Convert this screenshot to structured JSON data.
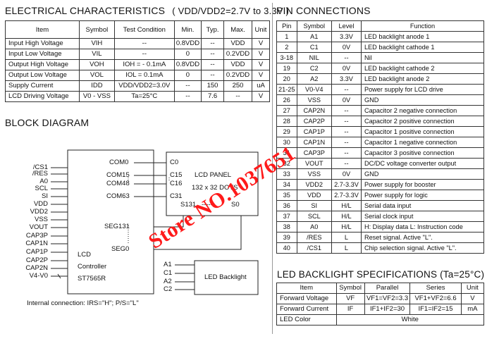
{
  "electrical": {
    "title": "ELECTRICAL CHARACTERISTICS",
    "condition": "( VDD/VDD2=2.7V to 3.3V )",
    "headers": [
      "Item",
      "Symbol",
      "Test Condition",
      "Min.",
      "Typ.",
      "Max.",
      "Unit"
    ],
    "rows": [
      [
        "Input High Voltage",
        "VIH",
        "--",
        "0.8VDD",
        "--",
        "VDD",
        "V"
      ],
      [
        "Input Low Voltage",
        "VIL",
        "--",
        "0",
        "--",
        "0.2VDD",
        "V"
      ],
      [
        "Output High Voltage",
        "VOH",
        "IOH = - 0.1mA",
        "0.8VDD",
        "--",
        "VDD",
        "V"
      ],
      [
        "Output Low Voltage",
        "VOL",
        "IOL = 0.1mA",
        "0",
        "--",
        "0.2VDD",
        "V"
      ],
      [
        "Supply Current",
        "IDD",
        "VDD/VDD2=3.0V",
        "--",
        "150",
        "250",
        "uA"
      ],
      [
        "LCD Driving Voltage",
        "V0 - VSS",
        "Ta=25°C",
        "--",
        "7.6",
        "--",
        "V"
      ]
    ]
  },
  "block": {
    "title": "BLOCK DIAGRAM",
    "left_signals": [
      "/CS1",
      "/RES",
      "A0",
      "SCL",
      "SI",
      "VDD",
      "VDD2",
      "VSS",
      "VOUT",
      "CAP3P",
      "CAP1N",
      "CAP1P",
      "CAP2P",
      "CAP2N",
      "V4-V0"
    ],
    "controller_pins": {
      "com0": "COM0",
      "com15": "COM15",
      "com48": "COM48",
      "com63": "COM63",
      "seg131": "SEG131",
      "seg0": "SEG0"
    },
    "controller_label_1": "LCD",
    "controller_label_2": "Controller",
    "controller_label_3": "ST7565R",
    "panel_pins": {
      "c0": "C0",
      "c15": "C15",
      "c16": "C16",
      "c31": "C31",
      "s131": "S131",
      "dashes": "-----",
      "s0": "S0"
    },
    "panel_label_1": "LCD PANEL",
    "panel_label_2": "132 x 32 DOTS",
    "backlight_signals": [
      "A1",
      "C1",
      "A2",
      "C2"
    ],
    "backlight_label": "LED Backlight",
    "note": "Internal connection: IRS=\"H\"; P/S=\"L\""
  },
  "pins": {
    "title": "PIN CONNECTIONS",
    "headers": [
      "Pin",
      "Symbol",
      "Level",
      "Function"
    ],
    "rows": [
      [
        "1",
        "A1",
        "3.3V",
        "LED backlight anode 1"
      ],
      [
        "2",
        "C1",
        "0V",
        "LED backlight cathode 1"
      ],
      [
        "3-18",
        "NIL",
        "--",
        "Nil"
      ],
      [
        "19",
        "C2",
        "0V",
        "LED backlight cathode 2"
      ],
      [
        "20",
        "A2",
        "3.3V",
        "LED backlight anode 2"
      ],
      [
        "21-25",
        "V0-V4",
        "--",
        "Power supply for LCD drive"
      ],
      [
        "26",
        "VSS",
        "0V",
        "GND"
      ],
      [
        "27",
        "CAP2N",
        "--",
        "Capacitor 2 negative connection"
      ],
      [
        "28",
        "CAP2P",
        "--",
        "Capacitor 2 positive connection"
      ],
      [
        "29",
        "CAP1P",
        "--",
        "Capacitor 1 positive connection"
      ],
      [
        "30",
        "CAP1N",
        "--",
        "Capacitor 1 negative connection"
      ],
      [
        "31",
        "CAP3P",
        "--",
        "Capacitor 3 positive connection"
      ],
      [
        "32",
        "VOUT",
        "--",
        "DC/DC voltage converter output"
      ],
      [
        "33",
        "VSS",
        "0V",
        "GND"
      ],
      [
        "34",
        "VDD2",
        "2.7-3.3V",
        "Power supply for booster"
      ],
      [
        "35",
        "VDD",
        "2.7-3.3V",
        "Power supply for logic"
      ],
      [
        "36",
        "SI",
        "H/L",
        "Serial data input"
      ],
      [
        "37",
        "SCL",
        "H/L",
        "Serial clock input"
      ],
      [
        "38",
        "A0",
        "H/L",
        "H: Display data   L: Instruction code"
      ],
      [
        "39",
        "/RES",
        "L",
        "Reset signal. Active \"L\"."
      ],
      [
        "40",
        "/CS1",
        "L",
        "Chip selection signal. Active \"L\"."
      ]
    ]
  },
  "led": {
    "title": "LED BACKLIGHT SPECIFICATIONS (Ta=25°C)",
    "headers": [
      "Item",
      "Symbol",
      "Parallel",
      "Series",
      "Unit"
    ],
    "rows": [
      [
        "Forward Voltage",
        "VF",
        "VF1=VF2=3.3",
        "VF1+VF2=6.6",
        "V"
      ],
      [
        "Forward Current",
        "IF",
        "IF1+IF2=30",
        "IF1=IF2=15",
        "mA"
      ]
    ],
    "color_label": "LED Color",
    "color_value": "White"
  },
  "watermark": "Store NO.1037651",
  "colors": {
    "watermark": "#ff1a1a",
    "lines": "#222222"
  }
}
